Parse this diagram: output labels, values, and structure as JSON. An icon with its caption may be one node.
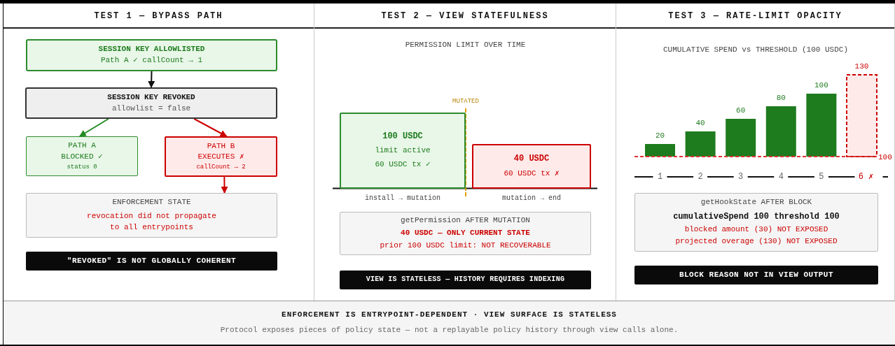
{
  "diagram": {
    "nodes": [
      {
        "text": [
          "TEST 1 — BYPASS PATH"
        ]
      },
      {
        "text": [
          "SESSION KEY ALLOWLISTED",
          "Path A ✓ callCount → 1"
        ],
        "in": 0
      },
      {
        "text": [
          "SESSION KEY REVOKED",
          "allowlist = false"
        ],
        "in": 0
      },
      {
        "text": [
          "PATH A",
          "BLOCKED ✓",
          "status 0"
        ],
        "in": 0
      },
      {
        "text": [
          "PATH B",
          "EXECUTES ✗",
          "callCount → 2"
        ],
        "in": 0
      },
      {
        "text": [
          "ENFORCEMENT STATE",
          "revocation did not propagate to all entrypoints"
        ],
        "in": 0
      },
      {
        "text": [
          "\"REVOKED\" IS NOT GLOBALLY COHERENT"
        ],
        "in": 0
      },
      {
        "text": [
          "TEST 2 — VIEW STATEFULNESS"
        ]
      },
      {
        "text": [
          "100 USDC",
          "limit active",
          "60 USDC tx ✓"
        ],
        "in": 7,
        "beside": [
          "install → mutation"
        ]
      },
      {
        "text": [
          "40 USDC",
          "60 USDC tx ✗"
        ],
        "in": 7,
        "beside": [
          "mutation → end"
        ]
      },
      {
        "text": [
          "getPermission AFTER MUTATION",
          "40 USDC — ONLY CURRENT STATE",
          "prior 100 USDC limit: NOT RECOVERABLE"
        ],
        "in": 7
      },
      {
        "text": [
          "VIEW IS STATELESS — HISTORY REQUIRES INDEXING"
        ],
        "in": 7
      },
      {
        "text": [
          "TEST 3 — RATE-LIMIT OPACITY"
        ]
      },
      {
        "text": [
          "getHookState AFTER BLOCK",
          "cumulativeSpend 100 threshold 100",
          "blocked amount (30) NOT EXPOSED",
          "projected overage (130) NOT EXPOSED"
        ],
        "in": 12
      },
      {
        "text": [
          "BLOCK REASON NOT IN VIEW OUTPUT"
        ],
        "in": 12
      },
      {
        "text": [
          "ENFORCEMENT IS ENTRYPOINT-DEPENDENT · VIEW SURFACE IS STATELESS",
          "Protocol exposes pieces of policy state — not a replayable policy history through view calls alone."
        ]
      }
    ],
    "edges": [
      {
        "from": 1,
        "to": 2,
        "arrow": "to",
        "color": "#111111"
      },
      {
        "from": 2,
        "to": 3,
        "arrow": "to",
        "color": "#228b22"
      },
      {
        "from": 2,
        "to": 4,
        "arrow": "to",
        "color": "#cc0000"
      },
      {
        "from": 4,
        "to": 5,
        "arrow": "to",
        "color": "#cc0000"
      }
    ],
    "labels": [
      "PERMISSION LIMIT OVER TIME",
      "MUTATED"
    ],
    "chart_data": {
      "type": "bar",
      "title": "CUMULATIVE SPEND vs THRESHOLD (100 USDC)",
      "categories": [
        "1",
        "2",
        "3",
        "4",
        "5",
        "6 ✗"
      ],
      "series": [
        {
          "color": "#1e7b1e",
          "values": [
            20,
            40,
            60,
            80,
            100,
            null
          ]
        },
        {
          "color": "#cc0000",
          "values": [
            null,
            null,
            null,
            null,
            null,
            130
          ]
        }
      ],
      "data_labels": true,
      "annotations": [
        "100"
      ]
    }
  }
}
